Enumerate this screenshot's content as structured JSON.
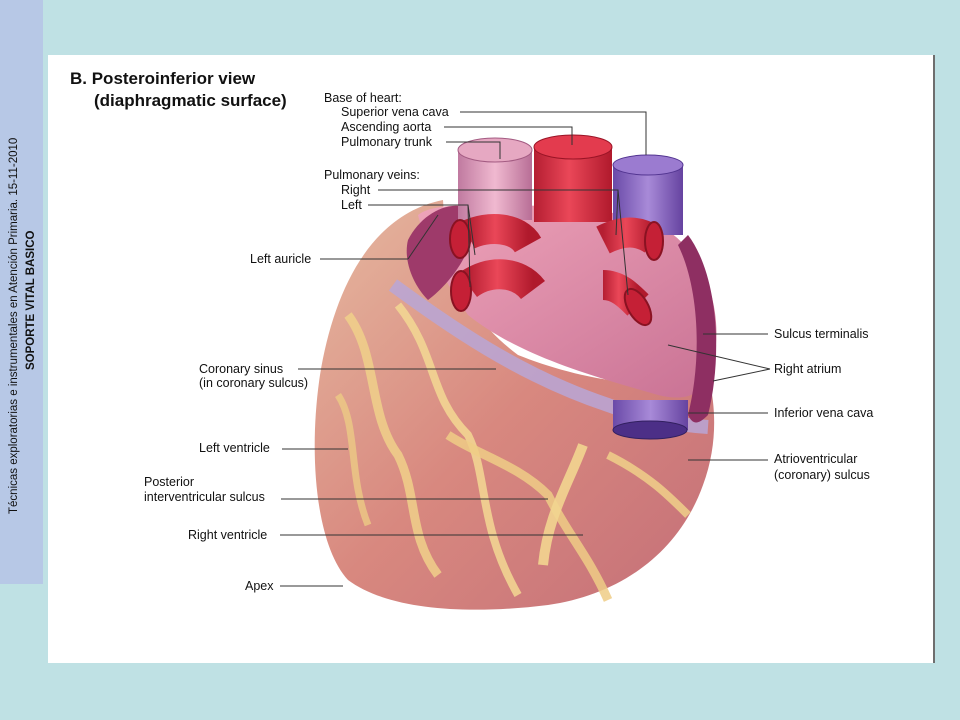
{
  "sidebar": {
    "line1": "Técnicas exploratorias e instrumentales en Atención Primaria.   15-11-2010",
    "line2": "SOPORTE VITAL BASICO"
  },
  "figure": {
    "title_line1": "B. Posteroinferior view",
    "title_line2": "(diaphragmatic surface)",
    "labels": {
      "base_of_heart": "Base of heart:",
      "superior_vena_cava": "Superior vena cava",
      "ascending_aorta": "Ascending aorta",
      "pulmonary_trunk": "Pulmonary trunk",
      "pulmonary_veins": "Pulmonary veins:",
      "right": "Right",
      "left": "Left",
      "left_auricle": "Left auricle",
      "coronary_sinus_1": "Coronary sinus",
      "coronary_sinus_2": "(in coronary sulcus)",
      "left_ventricle": "Left ventricle",
      "posterior_ivs_1": "Posterior",
      "posterior_ivs_2": "interventricular sulcus",
      "right_ventricle": "Right ventricle",
      "apex": "Apex",
      "sulcus_terminalis": "Sulcus terminalis",
      "right_atrium": "Right atrium",
      "inferior_vena_cava": "Inferior vena cava",
      "av_sulcus_1": "Atrioventricular",
      "av_sulcus_2": "(coronary) sulcus"
    }
  }
}
